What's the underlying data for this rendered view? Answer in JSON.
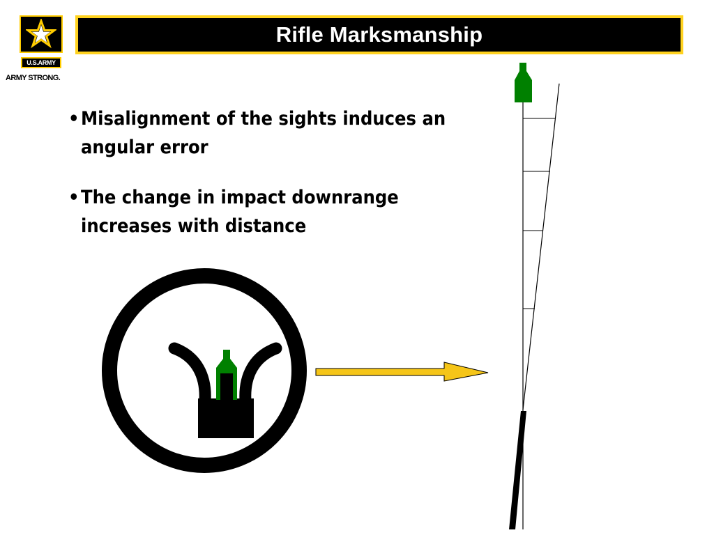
{
  "logo": {
    "plate_text": "U.S.ARMY",
    "tagline": "ARMY STRONG.",
    "icon": "army-star-icon",
    "colors": {
      "gold": "#FFCC00",
      "black": "#000000"
    }
  },
  "header": {
    "title": "Rifle Marksmanship",
    "colors": {
      "bar": "#000000",
      "border": "#FFD21F",
      "text": "#FFFFFF"
    }
  },
  "bullets": [
    {
      "symbol": "•",
      "text": "Misalignment of the sights induces an angular error"
    },
    {
      "symbol": "•",
      "text": "The change in impact downrange increases with distance"
    }
  ],
  "diagram": {
    "sight_picture_icon": "front-sight-post-icon",
    "target_icon": "silhouette-target-icon",
    "arrow_icon": "right-arrow-icon",
    "colors": {
      "target": "#008000",
      "arrow": "#F5C518",
      "lines": "#000000"
    }
  }
}
